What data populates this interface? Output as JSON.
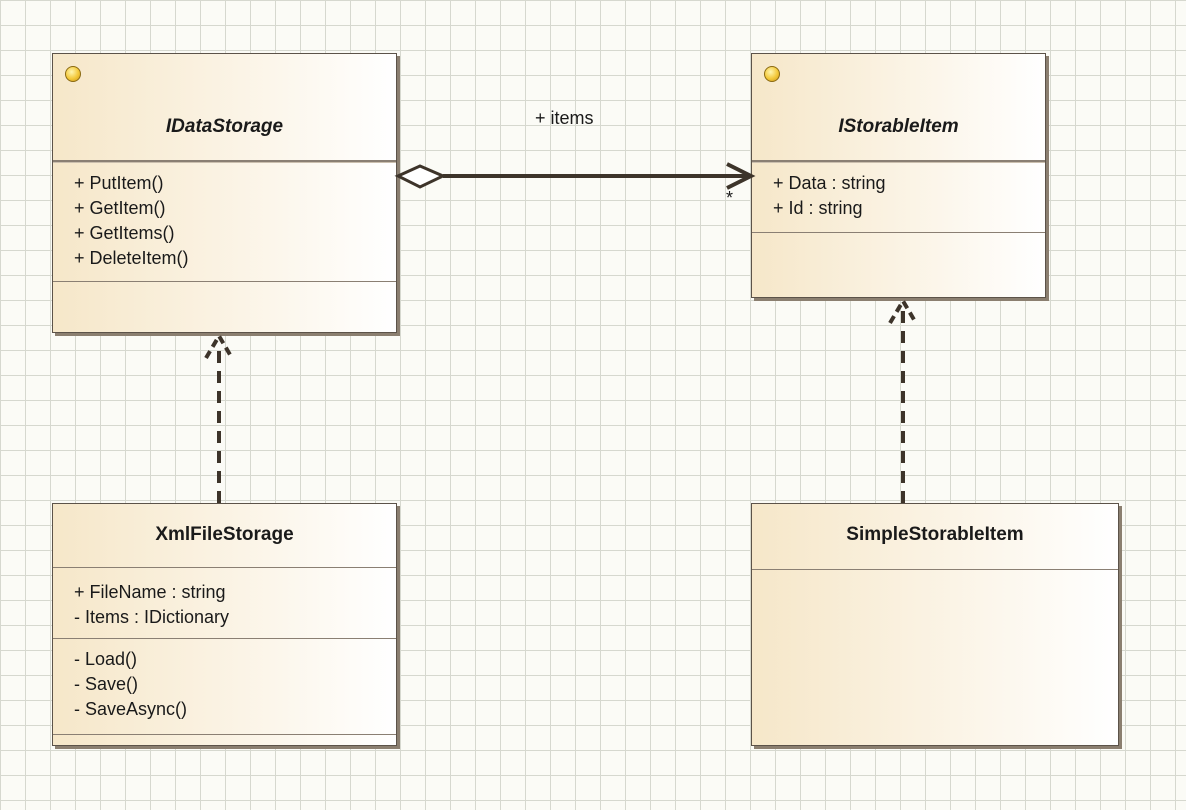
{
  "classes": {
    "idatastorage": {
      "name": "IDataStorage",
      "attributes": [],
      "operations": [
        "+ PutItem()",
        "+ GetItem()",
        "+ GetItems()",
        "+ DeleteItem()"
      ]
    },
    "istorableitem": {
      "name": "IStorableItem",
      "attributes": [
        "+ Data : string",
        "+ Id : string"
      ],
      "operations": []
    },
    "xmlfilestorage": {
      "name": "XmlFileStorage",
      "attributes": [
        "+ FileName : string",
        "- Items : IDictionary"
      ],
      "operations": [
        "- Load()",
        "- Save()",
        "- SaveAsync()"
      ]
    },
    "simplestorableitem": {
      "name": "SimpleStorableItem"
    }
  },
  "relations": {
    "aggregation": {
      "role": "+ items",
      "multiplicity": "*"
    }
  },
  "colors": {
    "line": "#3d342a",
    "box_fill_left": "#f6e7c9",
    "interface_icon": "#f3c83a"
  }
}
